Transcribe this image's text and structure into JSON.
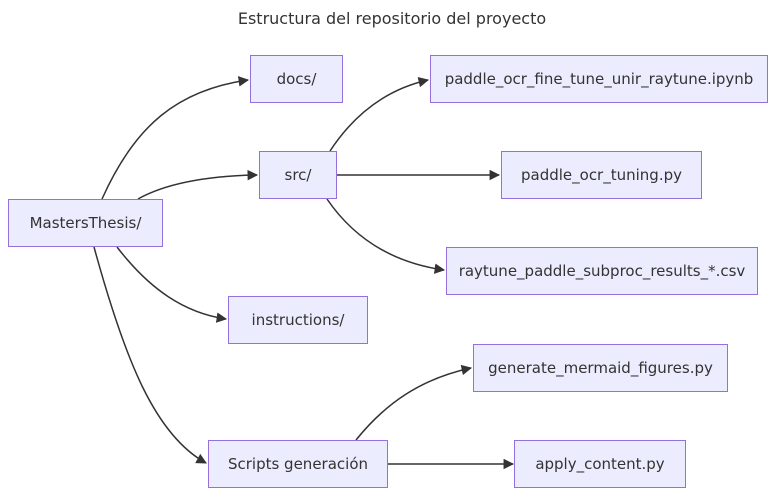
{
  "title": "Estructura del repositorio del proyecto",
  "nodes": {
    "root": {
      "label": "MastersThesis/"
    },
    "docs": {
      "label": "docs/"
    },
    "ipynb": {
      "label": "paddle_ocr_fine_tune_unir_raytune.ipynb"
    },
    "src": {
      "label": "src/"
    },
    "tuning": {
      "label": "paddle_ocr_tuning.py"
    },
    "csv": {
      "label": "raytune_paddle_subproc_results_*.csv"
    },
    "instructions": {
      "label": "instructions/"
    },
    "generate": {
      "label": "generate_mermaid_figures.py"
    },
    "scripts": {
      "label": "Scripts generación"
    },
    "apply": {
      "label": "apply_content.py"
    }
  },
  "edges": [
    {
      "from": "MastersThesis/",
      "to": "docs/"
    },
    {
      "from": "MastersThesis/",
      "to": "src/"
    },
    {
      "from": "MastersThesis/",
      "to": "instructions/"
    },
    {
      "from": "MastersThesis/",
      "to": "Scripts generación"
    },
    {
      "from": "src/",
      "to": "paddle_ocr_fine_tune_unir_raytune.ipynb"
    },
    {
      "from": "src/",
      "to": "paddle_ocr_tuning.py"
    },
    {
      "from": "src/",
      "to": "raytune_paddle_subproc_results_*.csv"
    },
    {
      "from": "Scripts generación",
      "to": "generate_mermaid_figures.py"
    },
    {
      "from": "Scripts generación",
      "to": "apply_content.py"
    }
  ],
  "colors": {
    "background": "#FFFFFF",
    "node_fill": "#ECECFF",
    "node_border": "#9370DB",
    "edge": "#333333",
    "text": "#333333"
  }
}
